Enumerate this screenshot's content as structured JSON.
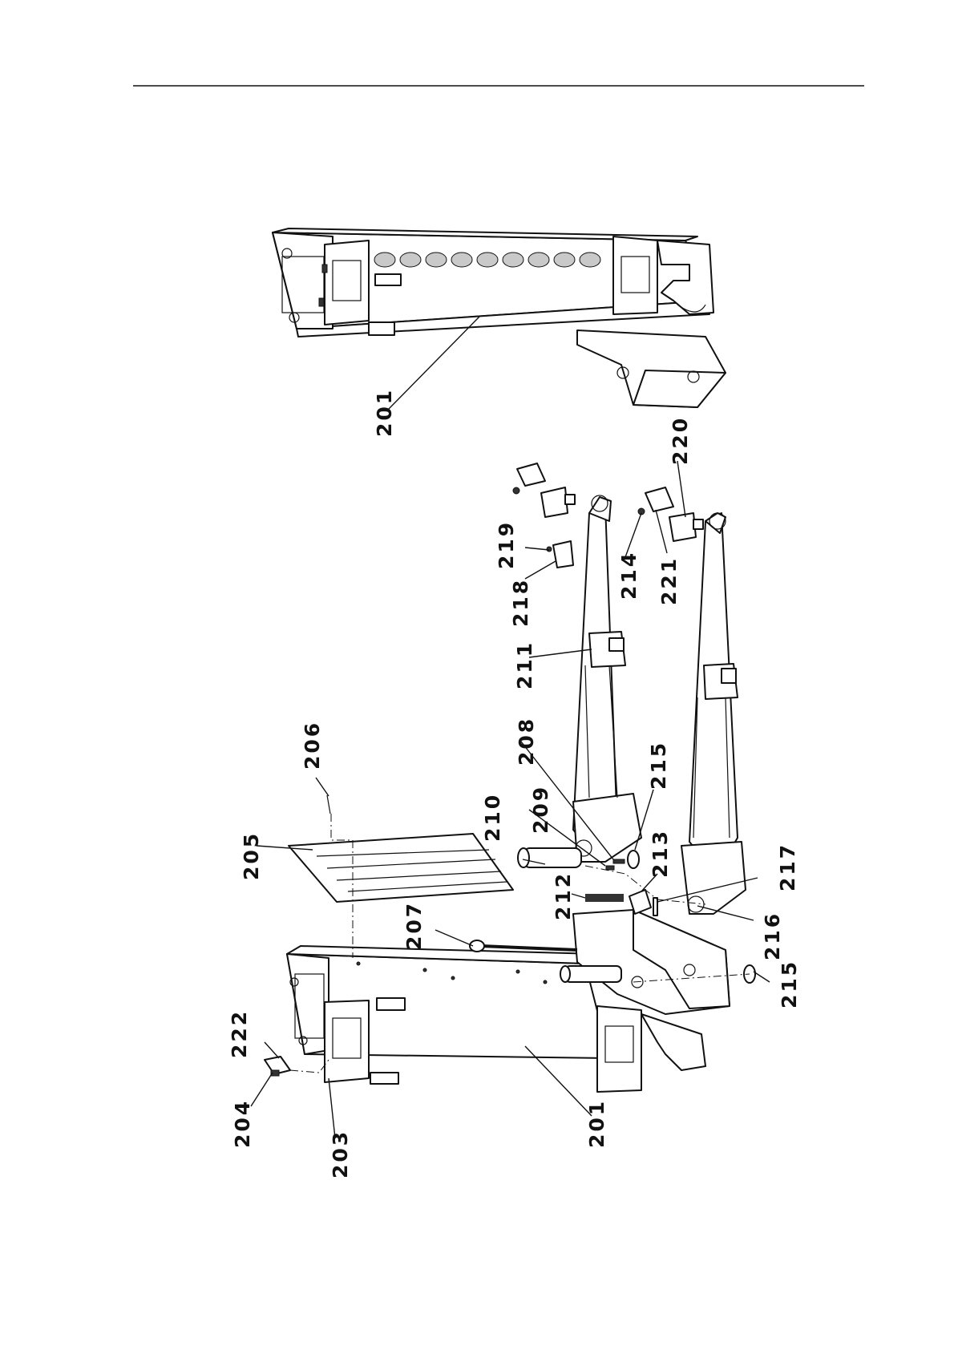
{
  "labels": {
    "201_top": "201",
    "201_bottom": "201",
    "203": "203",
    "204": "204",
    "205": "205",
    "206": "206",
    "207": "207",
    "208": "208",
    "209": "209",
    "210": "210",
    "211": "211",
    "212": "212",
    "213": "213",
    "214": "214",
    "215_upper": "215",
    "215_lower": "215",
    "216": "216",
    "217": "217",
    "218": "218",
    "219": "219",
    "220": "220",
    "221": "221",
    "222": "222"
  }
}
